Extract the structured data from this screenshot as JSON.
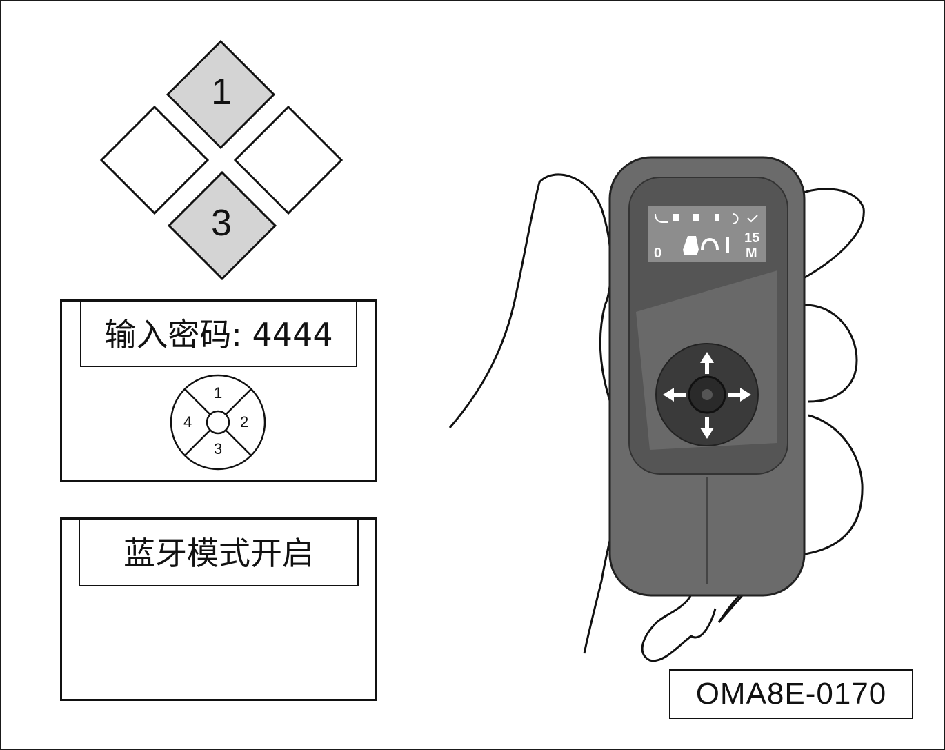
{
  "keypad_diamond": {
    "top_key": "1",
    "bottom_key": "3"
  },
  "password_panel": {
    "label": "输入密码: 4444",
    "dial": {
      "top": "1",
      "right": "2",
      "bottom": "3",
      "left": "4"
    }
  },
  "bluetooth_panel": {
    "label": "蓝牙模式开启"
  },
  "remote_screen": {
    "left_value": "0",
    "right_value_top": "15",
    "right_value_bottom": "M",
    "status_icons": [
      "seat-return-icon",
      "seat-recline-icon",
      "seat-recline-height-icon",
      "seat-height-icon",
      "rotate-icon",
      "check-icon"
    ]
  },
  "figure_code": "OMA8E-0170",
  "colors": {
    "key_fill": "#d4d4d4",
    "remote_body": "#6b6b6b",
    "screen": "#8d8d8d",
    "dpad": "#3a3a3a"
  }
}
